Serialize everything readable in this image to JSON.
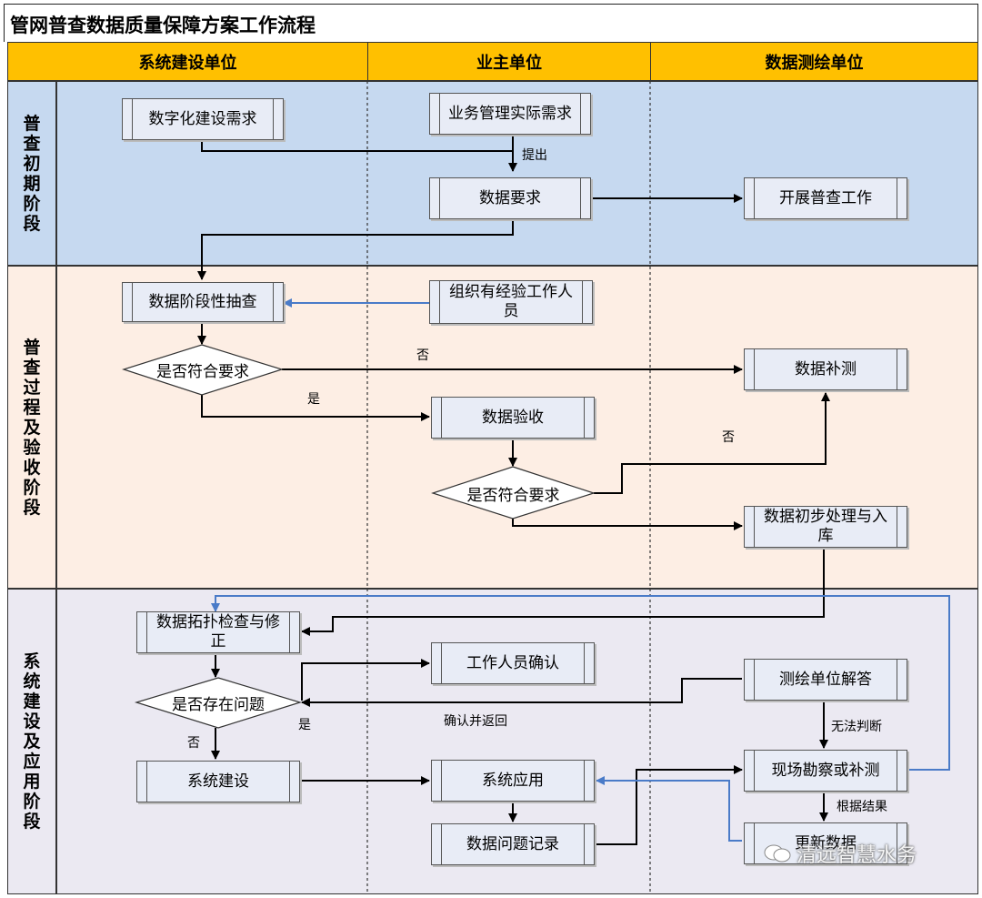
{
  "title": "管网普查数据质量保障方案工作流程",
  "columns": [
    "系统建设单位",
    "业主单位",
    "数据测绘单位"
  ],
  "phases": [
    "普查初期阶段",
    "普查过程及验收阶段",
    "系统建设及应用阶段"
  ],
  "boxes": {
    "digital_req": "数字化建设需求",
    "biz_req": "业务管理实际需求",
    "data_req": "数据要求",
    "start_survey": "开展普查工作",
    "stage_check": "数据阶段性抽查",
    "org_staff": "组织有经验工作人员",
    "supplement": "数据补测",
    "acceptance": "数据验收",
    "preprocess": "数据初步处理与入库",
    "topo_check": "数据拓扑检查与修正",
    "staff_confirm": "工作人员确认",
    "survey_answer": "测绘单位解答",
    "system_build": "系统建设",
    "system_app": "系统应用",
    "field_survey": "现场勘察或补测",
    "issue_record": "数据问题记录",
    "update_data": "更新数据"
  },
  "decisions": {
    "meet_req_1": "是否符合要求",
    "meet_req_2": "是否符合要求",
    "has_issue": "是否存在问题"
  },
  "labels": {
    "propose": "提出",
    "no1": "否",
    "yes1": "是",
    "no2": "否",
    "confirm_return": "确认并返回",
    "yes3": "是",
    "no3": "否",
    "cannot_judge": "无法判断",
    "by_result": "根据结果"
  },
  "watermark": "清远智慧水务",
  "colors": {
    "header": "#ffc000",
    "phase1": "#c6d9f0",
    "phase2": "#fdeee4",
    "phase3": "#ebe9f2",
    "blue_arrow": "#4a7bc8"
  }
}
